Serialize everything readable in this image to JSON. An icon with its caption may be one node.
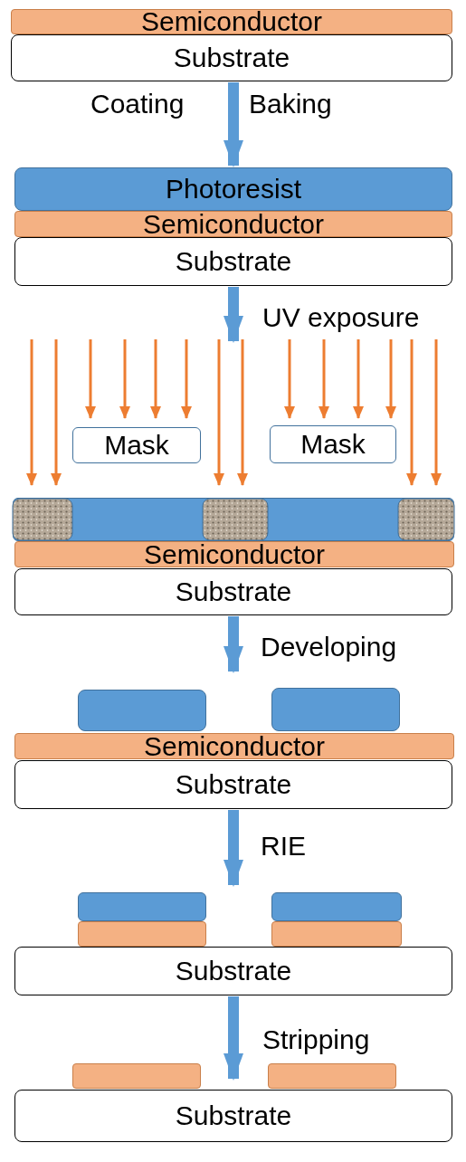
{
  "diagram": {
    "nodes": [
      {
        "text": [
          "Semiconductor"
        ]
      },
      {
        "text": [
          "Substrate"
        ]
      },
      {
        "text": [
          "Photoresist"
        ]
      },
      {
        "text": [
          "Semiconductor"
        ]
      },
      {
        "text": [
          "Substrate"
        ]
      },
      {
        "text": [
          "Mask"
        ]
      },
      {
        "text": [
          "Mask"
        ]
      },
      {
        "text": [],
        "shape": "bar"
      },
      {
        "text": [
          "Semiconductor"
        ]
      },
      {
        "text": [
          "Substrate"
        ]
      },
      {
        "text": [],
        "shape": "bar"
      },
      {
        "text": [],
        "shape": "bar"
      },
      {
        "text": [
          "Semiconductor"
        ]
      },
      {
        "text": [
          "Substrate"
        ]
      },
      {
        "text": [],
        "shape": "bar"
      },
      {
        "text": [],
        "shape": "bar"
      },
      {
        "text": [],
        "shape": "bar"
      },
      {
        "text": [],
        "shape": "bar"
      },
      {
        "text": [
          "Substrate"
        ]
      },
      {
        "text": [],
        "shape": "bar"
      },
      {
        "text": [],
        "shape": "bar"
      },
      {
        "text": [
          "Substrate"
        ]
      }
    ],
    "edges": [
      {
        "from": 1,
        "to": 2,
        "arrow": "to",
        "label": "Coating",
        "style": "thick",
        "color": "#5b9bd5"
      },
      {
        "from": 4,
        "to": null,
        "arrow": "to",
        "label": "UV exposure",
        "style": "thick",
        "color": "#5b9bd5"
      },
      {
        "from": 9,
        "to": 10,
        "arrow": "to",
        "label": "Developing",
        "style": "thick",
        "color": "#5b9bd5"
      },
      {
        "from": 13,
        "to": 16,
        "arrow": "to",
        "label": "RIE",
        "style": "thick",
        "color": "#5b9bd5"
      },
      {
        "from": 18,
        "to": 19,
        "arrow": "to",
        "label": "Stripping",
        "style": "thick",
        "color": "#5b9bd5"
      },
      {
        "from": null,
        "to": 7,
        "arrow": "to",
        "color": "#ed7d31"
      },
      {
        "from": null,
        "to": 7,
        "arrow": "to",
        "color": "#ed7d31"
      },
      {
        "from": null,
        "to": 5,
        "arrow": "to",
        "color": "#ed7d31"
      },
      {
        "from": null,
        "to": 5,
        "arrow": "to",
        "color": "#ed7d31"
      },
      {
        "from": null,
        "to": 5,
        "arrow": "to",
        "color": "#ed7d31"
      },
      {
        "from": null,
        "to": 5,
        "arrow": "to",
        "color": "#ed7d31"
      },
      {
        "from": null,
        "to": 7,
        "arrow": "to",
        "color": "#ed7d31"
      },
      {
        "from": null,
        "to": 7,
        "arrow": "to",
        "color": "#ed7d31"
      },
      {
        "from": null,
        "to": 6,
        "arrow": "to",
        "color": "#ed7d31"
      },
      {
        "from": null,
        "to": 6,
        "arrow": "to",
        "color": "#ed7d31"
      },
      {
        "from": null,
        "to": 6,
        "arrow": "to",
        "color": "#ed7d31"
      },
      {
        "from": null,
        "to": 6,
        "arrow": "to",
        "color": "#ed7d31"
      },
      {
        "from": null,
        "to": 7,
        "arrow": "to",
        "color": "#ed7d31"
      },
      {
        "from": null,
        "to": 7,
        "arrow": "to",
        "color": "#ed7d31"
      }
    ],
    "labels": [
      "Baking"
    ]
  }
}
